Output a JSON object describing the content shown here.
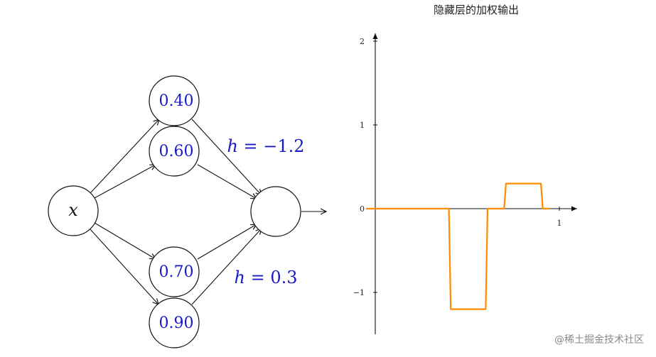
{
  "network": {
    "input_label": "x",
    "hidden_nodes": [
      "0.40",
      "0.60",
      "0.70",
      "0.90"
    ],
    "weight_top": "h = −1.2",
    "weight_bottom": "h = 0.3"
  },
  "chart_data": {
    "type": "line",
    "title": "隐藏层的加权输出",
    "xlabel": "",
    "ylabel": "",
    "xlim": [
      -0.05,
      1.08
    ],
    "ylim": [
      -1.5,
      2.1
    ],
    "x_ticks": [
      "1"
    ],
    "y_ticks": [
      "2",
      "1",
      "0",
      "−1"
    ],
    "series": [
      {
        "color": "#ff8c00",
        "x": [
          -0.05,
          0.4,
          0.41,
          0.6,
          0.61,
          0.7,
          0.71,
          0.9,
          0.91,
          0.95
        ],
        "y": [
          0,
          0,
          -1.2,
          -1.2,
          0,
          0,
          0.3,
          0.3,
          0,
          0
        ]
      }
    ],
    "grid": false
  },
  "watermark": "@稀土掘金技术社区"
}
